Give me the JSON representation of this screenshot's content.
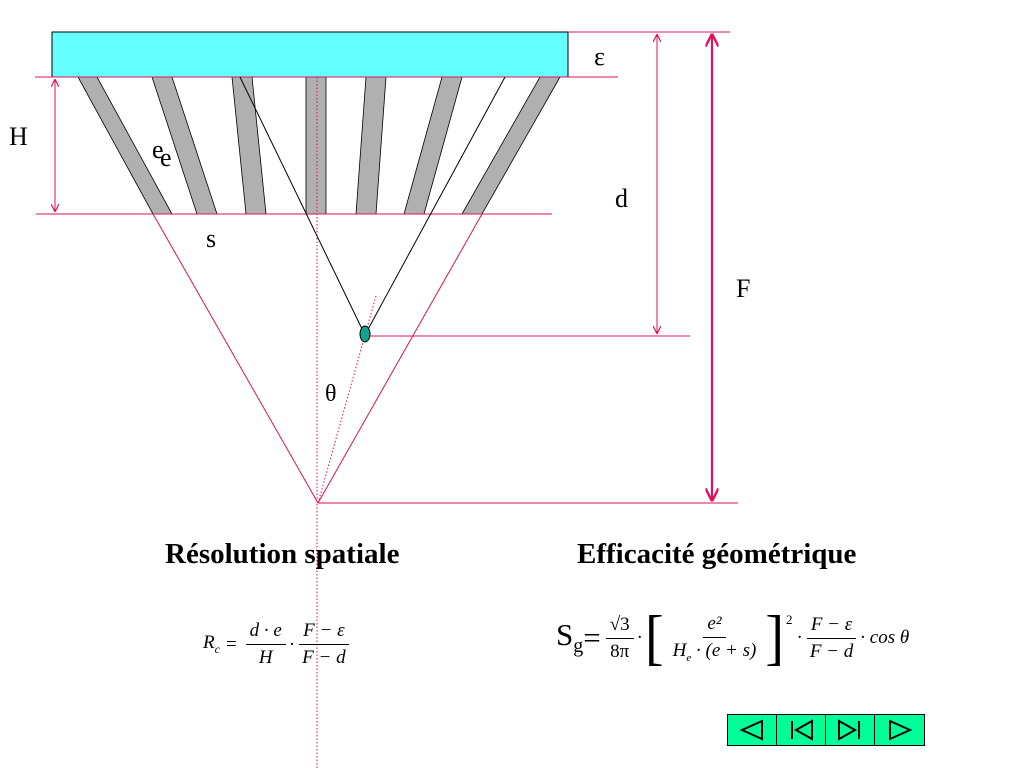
{
  "labels": {
    "epsilon": "ε",
    "H": "H",
    "e": "e",
    "s": "s",
    "d": "d",
    "F": "F",
    "theta": "θ"
  },
  "headings": {
    "resolution": "Résolution spatiale",
    "efficacite": "Efficacité géométrique"
  },
  "formula_resolution": {
    "lhs": "R",
    "lhs_sub": "c",
    "eq": "=",
    "frac1_num": "d · e",
    "frac1_den": "H",
    "dot": "·",
    "frac2_num": "F − ε",
    "frac2_den": "F − d"
  },
  "formula_efficacite": {
    "lhs": "S",
    "lhs_sub": "g",
    "eq": "=",
    "frac1_num": "√3",
    "frac1_den": "8π",
    "dot": "·",
    "bracket_num": "e²",
    "bracket_den": "H",
    "bracket_den_sub": "e",
    "bracket_den_rest": " · (e + s)",
    "exponent": "2",
    "frac2_num": "F − ε",
    "frac2_den": "F − d",
    "cos": "· cos θ"
  },
  "nav": {
    "buttons": [
      "previous",
      "first",
      "last",
      "next"
    ]
  },
  "colors": {
    "crystal": "#66ffff",
    "septa": "#b0b0b0",
    "dimension": "#e0105c",
    "source": "#11a38c",
    "nav_bg": "#00ff99"
  }
}
